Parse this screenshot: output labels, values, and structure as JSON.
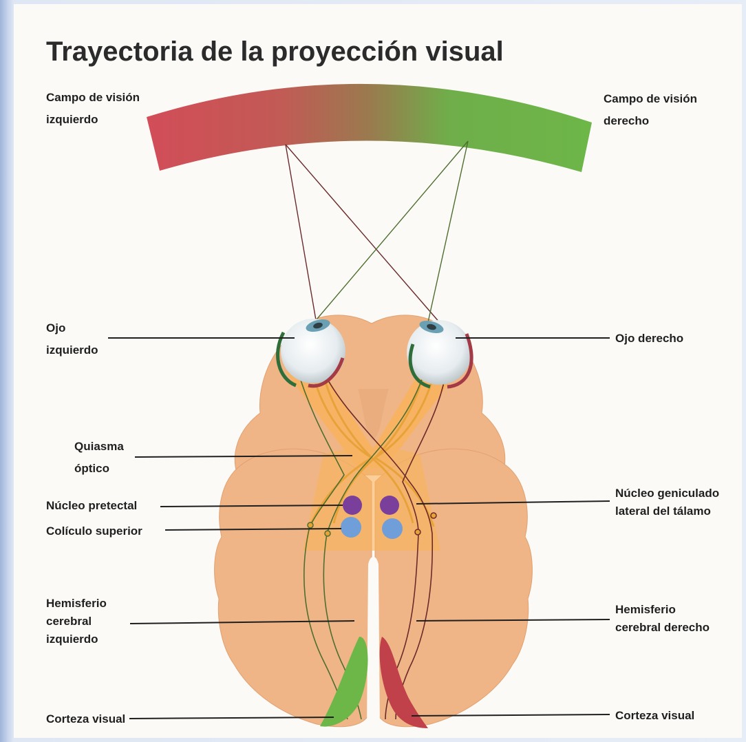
{
  "title": "Trayectoria de la proyección visual",
  "labels": {
    "left_field_1": "Campo de visión",
    "left_field_2": "izquierdo",
    "right_field_1": "Campo de visión",
    "right_field_2": "derecho",
    "left_eye_1": "Ojo",
    "left_eye_2": "izquierdo",
    "right_eye": "Ojo derecho",
    "chiasm_1": "Quiasma",
    "chiasm_2": "óptico",
    "pretectal": "Núcleo pretectal",
    "colliculus": "Colículo superior",
    "lgn_1": "Núcleo geniculado",
    "lgn_2": "lateral del tálamo",
    "left_hem_1": "Hemisferio",
    "left_hem_2": "cerebral",
    "left_hem_3": "izquierdo",
    "right_hem_1": "Hemisferio",
    "right_hem_2": "cerebral derecho",
    "cortex_left": "Corteza visual",
    "cortex_right": "Corteza visual"
  },
  "colors": {
    "left_field": "#d4505a",
    "right_field": "#6db648",
    "brain": "#efb586",
    "brain_dark": "#e6a677",
    "pathway": "#f9b35a",
    "nerve": "#e8a23a",
    "pretectal": "#7a3f9a",
    "colliculus": "#6f9ed8",
    "line_left": "#6b2a2a",
    "line_right": "#4e6e2f"
  }
}
